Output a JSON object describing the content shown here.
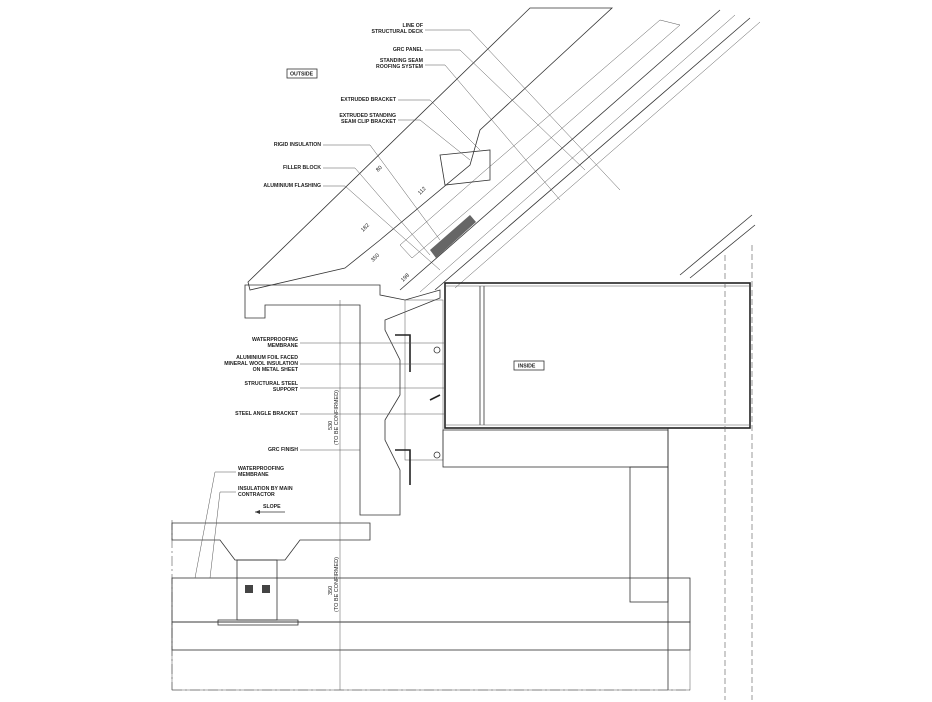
{
  "title_tags": {
    "outside": "OUTSIDE",
    "inside": "INSIDE"
  },
  "labels": {
    "line_of_deck_1": "LINE OF",
    "line_of_deck_2": "STRUCTURAL DECK",
    "grc_panel": "GRC PANEL",
    "standing_seam_1": "STANDING SEAM",
    "standing_seam_2": "ROOFING SYSTEM",
    "extruded_bracket": "EXTRUDED BRACKET",
    "clip_bracket_1": "EXTRUDED STANDING",
    "clip_bracket_2": "SEAM CLIP BRACKET",
    "rigid_insulation": "RIGID INSULATION",
    "filler_block": "FILLER BLOCK",
    "aluminium_flashing": "ALUMINIUM FLASHING",
    "waterproofing_1": "WATERPROOFING",
    "waterproofing_2": "MEMBRANE",
    "foil_1": "ALUMINIUM FOIL FACED",
    "foil_2": "MINERAL WOOL INSULATION",
    "foil_3": "ON METAL SHEET",
    "steel_support_1": "STRUCTURAL STEEL",
    "steel_support_2": "SUPPORT",
    "angle_bracket": "STEEL ANGLE BRACKET",
    "grc_finish": "GRC FINISH",
    "waterproofing_low_1": "WATERPROOFING",
    "waterproofing_low_2": "MEMBRANE",
    "insulation_main_1": "INSULATION BY MAIN",
    "insulation_main_2": "CONTRACTOR",
    "slope": "SLOPE"
  },
  "dimensions": {
    "d112": "112",
    "d182": "182",
    "d350_top": "350",
    "d198": "198",
    "d80": "80",
    "d530": "530",
    "d530_note": "(TO BE CONFIRMED)",
    "d350": "350",
    "d350_note": "(TO BE CONFIRMED)"
  }
}
